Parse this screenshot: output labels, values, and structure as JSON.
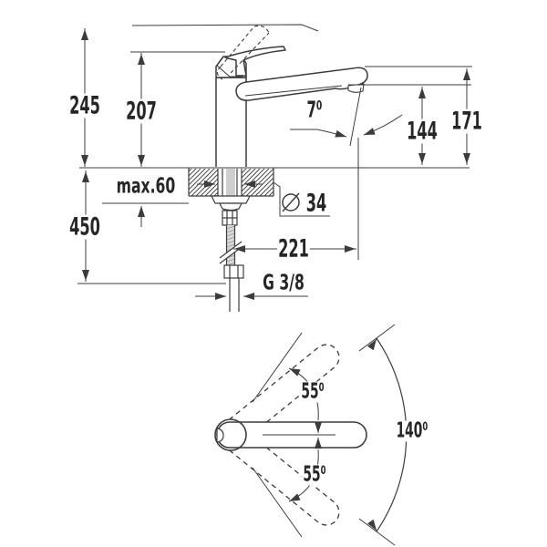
{
  "diagram": {
    "title": "single-lever sink mixer technical dimension drawing",
    "views": [
      "side elevation with installation depth",
      "top view swivel range"
    ],
    "colors": {
      "background": "#ffffff",
      "line": "#3c3c3c",
      "text": "#262626",
      "hose_fill": "#d9d9d9",
      "shank_fill": "#cfcfcf"
    }
  },
  "labels": {
    "overall_height": "245",
    "body_height": "207",
    "under_counter_depth": "450",
    "counter_thickness": "max.60",
    "spout_angle": "7⁰",
    "outlet_height": "144",
    "spout_height": "171",
    "hole_diameter": "34",
    "spout_reach": "221",
    "thread": "G 3/8",
    "swivel_upper": "55⁰",
    "swivel_lower": "55⁰",
    "swivel_total": "140⁰"
  }
}
